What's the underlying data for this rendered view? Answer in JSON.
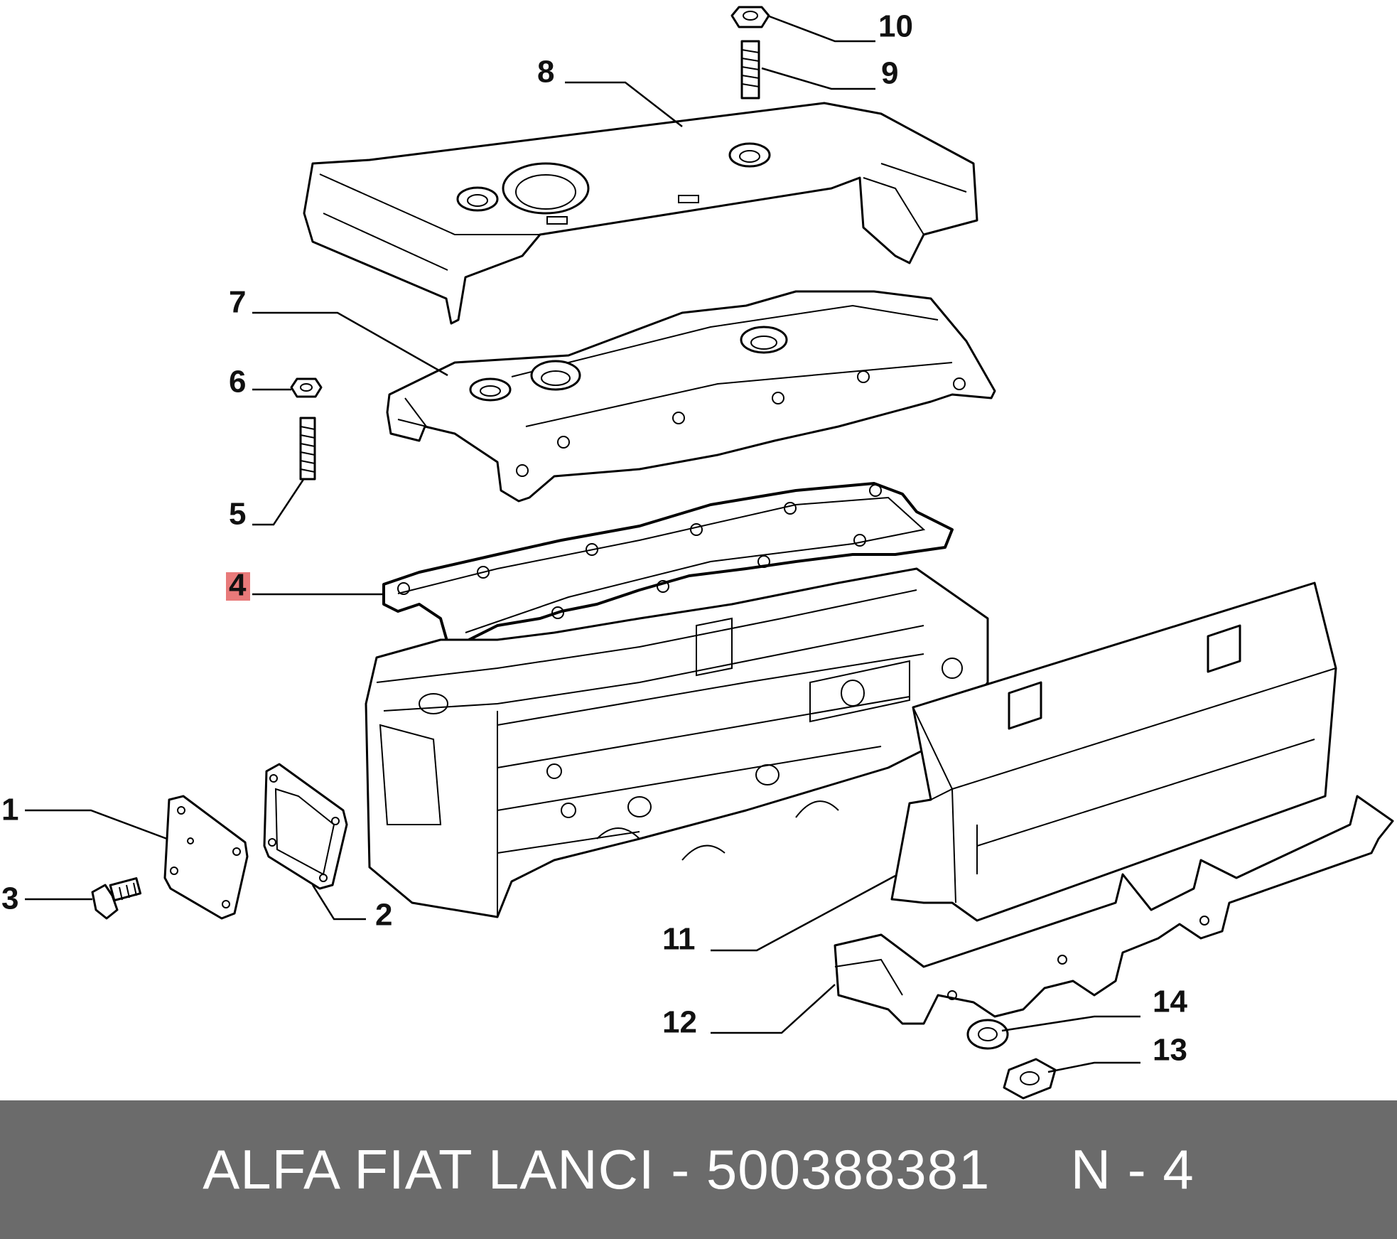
{
  "diagram": {
    "callouts": [
      "1",
      "2",
      "3",
      "4",
      "5",
      "6",
      "7",
      "8",
      "9",
      "10",
      "11",
      "12",
      "13",
      "14"
    ],
    "highlighted_callout": "4",
    "highlight_color": "#e87a7a"
  },
  "footer": {
    "brand": "ALFA FIAT LANCI",
    "separator": " - ",
    "part_number": "500388381",
    "position": "N - 4",
    "background_color": "#6b6b6b"
  }
}
